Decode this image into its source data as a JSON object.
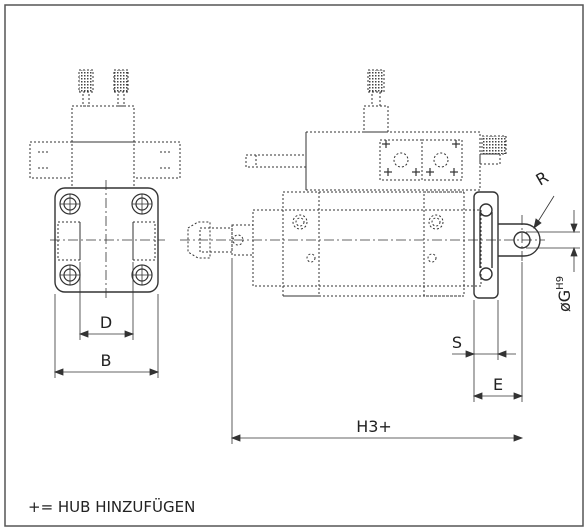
{
  "labels": {
    "d": "D",
    "b": "B",
    "s": "S",
    "e": "E",
    "h3": "H3+",
    "r": "R",
    "g_prefix": "øG",
    "g_tol": "H9"
  },
  "footnote": "+= HUB HINZUFÜGEN",
  "colors": {
    "line": "#333333",
    "border": "#555555",
    "background": "#ffffff"
  }
}
